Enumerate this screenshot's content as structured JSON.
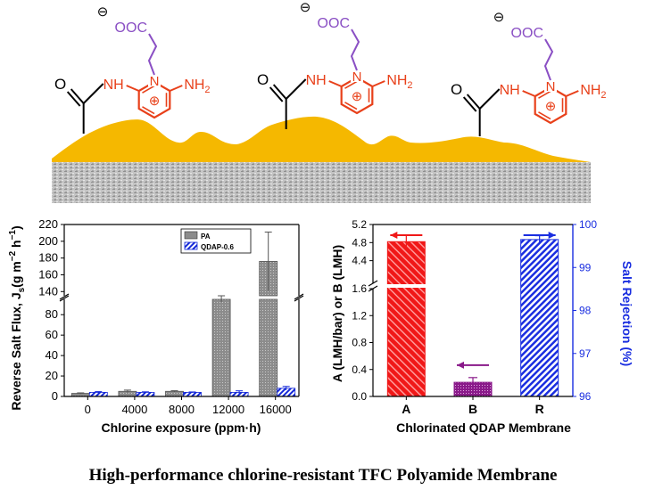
{
  "scheme": {
    "charge_minus": "⊖",
    "carboxylate": "OOC",
    "amide_nh": "NH",
    "ring_n": "N",
    "amine": "NH",
    "amine_sub": "2",
    "charge_plus": "⊕",
    "carbonyl_o": "O",
    "colors": {
      "membrane": "#f5b800",
      "support": "#b9b9b9",
      "chain": "#8a4fc4",
      "ring": "#e8401a",
      "bond": "#000000"
    }
  },
  "caption": "High-performance chlorine-resistant TFC Polyamide Membrane",
  "chart_data": [
    {
      "type": "bar",
      "title": "",
      "xlabel": "Chlorine exposure (ppm·h)",
      "ylabel_parts": [
        "Reverse Salt Flux, J",
        "s",
        "(g m",
        "−2",
        " h",
        "−1",
        ")"
      ],
      "categories": [
        "0",
        "4000",
        "8000",
        "12000",
        "16000"
      ],
      "series": [
        {
          "name": "PA",
          "color": "#8c8c8c",
          "values": [
            3,
            5,
            5,
            95,
            176
          ],
          "errors": [
            0.5,
            1.2,
            0.6,
            2.5,
            35
          ]
        },
        {
          "name": "QDAP-0.6",
          "color": "#1428d8",
          "values": [
            4,
            4,
            4,
            4,
            8
          ],
          "errors": [
            0.7,
            0.5,
            0.4,
            1.5,
            1.8
          ]
        }
      ],
      "y_break": {
        "lower": [
          0,
          95
        ],
        "upper": [
          135,
          220
        ]
      },
      "yticks_lower": [
        0,
        20,
        40,
        60,
        80
      ],
      "yticks_upper": [
        140,
        160,
        180,
        200,
        220
      ],
      "ytick_labels_lower": [
        "0",
        "20",
        "40",
        "60",
        "80"
      ],
      "ytick_labels_upper": [
        "140",
        "160",
        "180",
        "200",
        "220"
      ],
      "legend": "top-right"
    },
    {
      "type": "bar",
      "title": "",
      "xlabel": "Chlorinated QDAP Membrane",
      "ylabel": "A (LMH/bar) or B (LMH)",
      "ylabel_right": "Salt Rejection (%)",
      "categories": [
        "A",
        "B",
        "R"
      ],
      "values": [
        4.82,
        0.21,
        99.65
      ],
      "errors": [
        0.15,
        0.07,
        0.09
      ],
      "axis": [
        "left",
        "left",
        "right"
      ],
      "colors": [
        "#f01818",
        "#8a1a8a",
        "#1a2ee0"
      ],
      "y_break": {
        "lower": [
          0,
          1.6
        ],
        "upper": [
          3.9,
          5.2
        ]
      },
      "yticks_lower": [
        0.0,
        0.4,
        0.8,
        1.2,
        1.6
      ],
      "yticks_upper": [
        4.4,
        4.8,
        5.2
      ],
      "ytick_labels_left": [
        "0.0",
        "0.4",
        "0.8",
        "1.2",
        "1.6",
        "4.4",
        "4.8",
        "5.2"
      ],
      "yticks_right": [
        96,
        97,
        98,
        99,
        100
      ],
      "ytick_labels_right": [
        "96",
        "97",
        "98",
        "99",
        "100"
      ],
      "ylim_right": [
        96,
        100
      ],
      "arrows": [
        {
          "bar": "A",
          "direction": "left",
          "color": "#f01818"
        },
        {
          "bar": "B",
          "direction": "left",
          "color": "#8a1a8a"
        },
        {
          "bar": "R",
          "direction": "right",
          "color": "#1a2ee0"
        }
      ]
    }
  ]
}
